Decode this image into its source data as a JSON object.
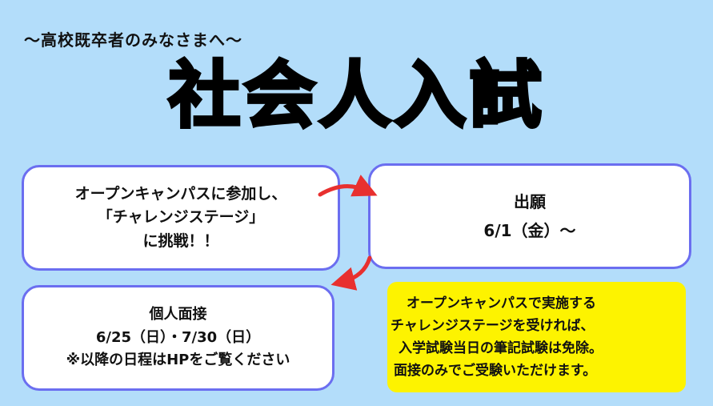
{
  "header": {
    "subtitle": "～高校既卒者のみなさまへ～",
    "title": "社会人入試"
  },
  "step_open_campus": {
    "lines": [
      "オープンキャンパスに参加し、",
      "「チャレンジステージ」",
      "に挑戦！！"
    ]
  },
  "step_application": {
    "label": "出願",
    "date": "6/1（金）～"
  },
  "step_interview": {
    "label": "個人面接",
    "dates": "6/25（日）・7/30（日）",
    "note": "※以降の日程はHPをご覧ください"
  },
  "notice": {
    "lines": [
      "オープンキャンパスで実施する",
      "チャレンジステージを受ければ、",
      "入学試験当日の筆記試験は免除。",
      "面接のみでご受験いただけます。"
    ]
  },
  "colors": {
    "background": "#b3ddfa",
    "box_border": "#6b6ef0",
    "arrow": "#e8302f",
    "highlight": "#fdf300"
  }
}
